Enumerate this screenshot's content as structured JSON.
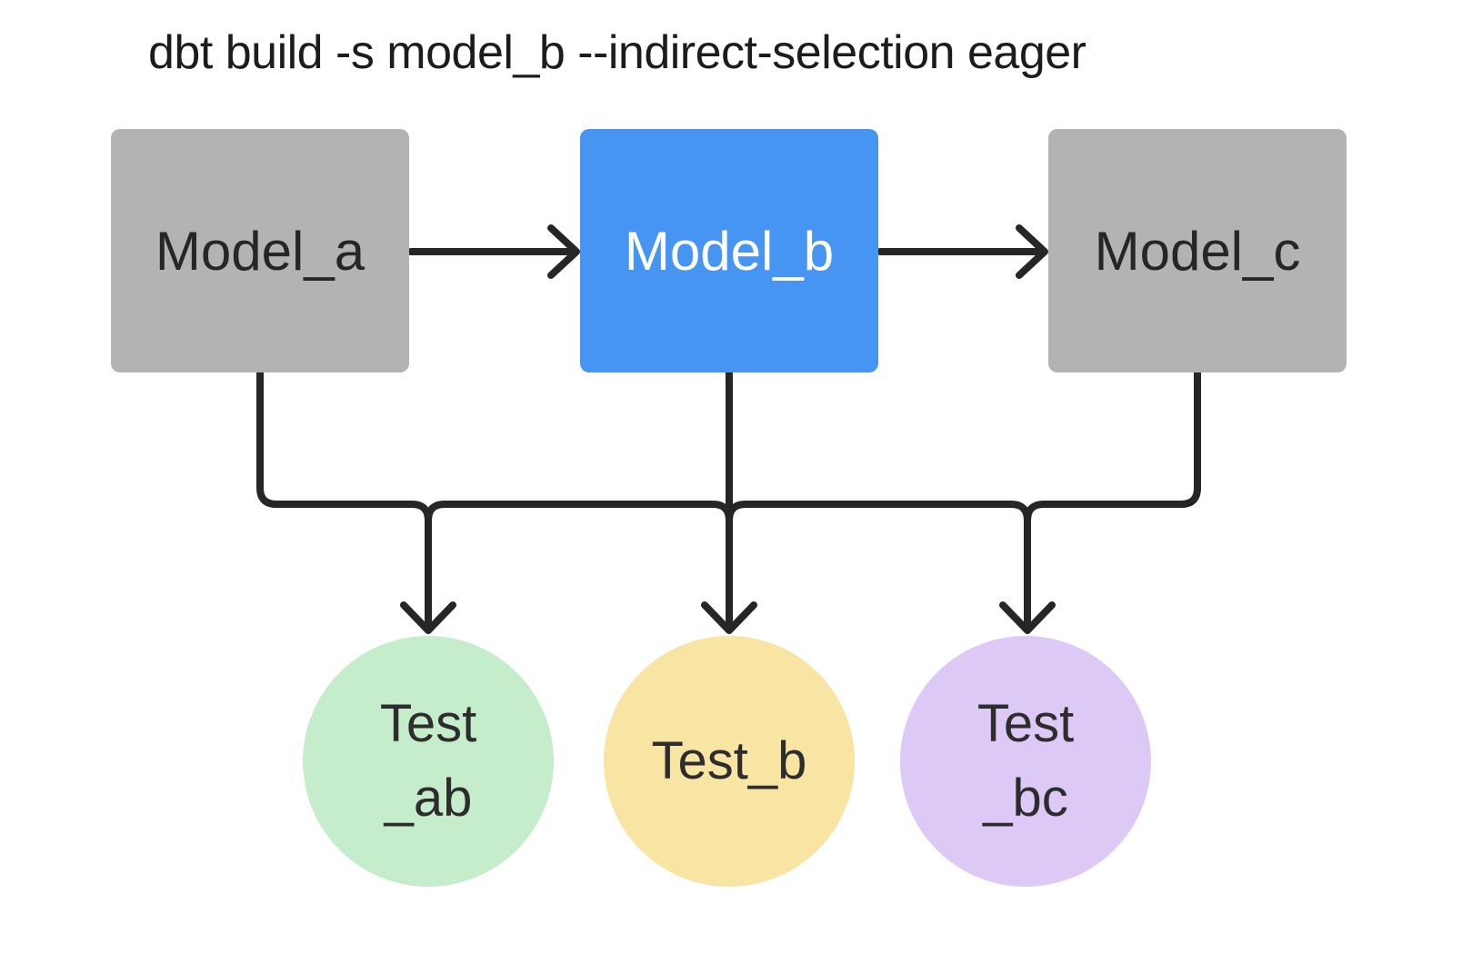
{
  "title": "dbt build -s model_b --indirect-selection eager",
  "colors": {
    "background": "#ffffff",
    "title_text": "#1c1c1e",
    "line": "#262626",
    "model_a_fill": "#b3b3b3",
    "model_b_fill": "#4795f3",
    "model_c_fill": "#b3b3b3",
    "model_dark_text": "#262626",
    "model_light_text": "#ffffff",
    "test_ab_fill": "#c5eccb",
    "test_b_fill": "#f8e4a3",
    "test_bc_fill": "#ddc9f6",
    "test_text": "#2d2d2d"
  },
  "models": [
    {
      "id": "model_a",
      "label": "Model_a",
      "selected": false
    },
    {
      "id": "model_b",
      "label": "Model_b",
      "selected": true
    },
    {
      "id": "model_c",
      "label": "Model_c",
      "selected": false
    }
  ],
  "tests": [
    {
      "id": "test_ab",
      "lines": [
        "Test",
        "_ab"
      ]
    },
    {
      "id": "test_b",
      "lines": [
        "Test_b"
      ]
    },
    {
      "id": "test_bc",
      "lines": [
        "Test",
        "_bc"
      ]
    }
  ],
  "edges": {
    "horizontal_arrows": [
      "Model_a -> Model_b",
      "Model_b -> Model_c"
    ],
    "bus_sources": [
      "Model_a",
      "Model_b",
      "Model_c"
    ],
    "bus_targets": [
      "Test_ab",
      "Test_b",
      "Test_bc"
    ]
  }
}
